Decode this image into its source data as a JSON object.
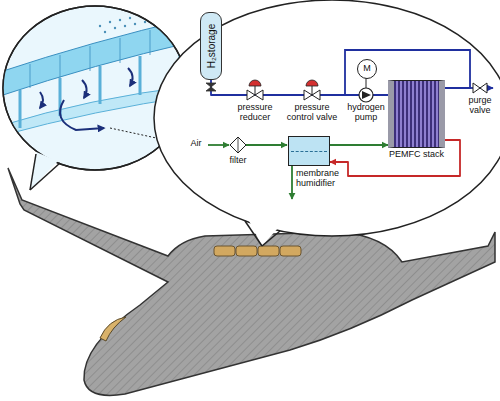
{
  "diagram": {
    "nodes": [
      {
        "text": [
          "H₂storage"
        ]
      },
      {
        "text": [
          "M"
        ]
      },
      {
        "text": [
          "PEMFC stack"
        ]
      },
      {
        "text": [
          "membrane humidifier"
        ]
      }
    ],
    "edges": [
      {
        "from": 0,
        "to": 2,
        "arrow": "none"
      },
      {
        "from": 3,
        "to": 2,
        "arrow": "to"
      },
      {
        "from": 2,
        "to": 3,
        "arrow": "to"
      }
    ],
    "labels": [
      "pressure reducer",
      "pressure control valve",
      "hydrogen pump",
      "purge valve",
      "Air",
      "filter"
    ]
  }
}
